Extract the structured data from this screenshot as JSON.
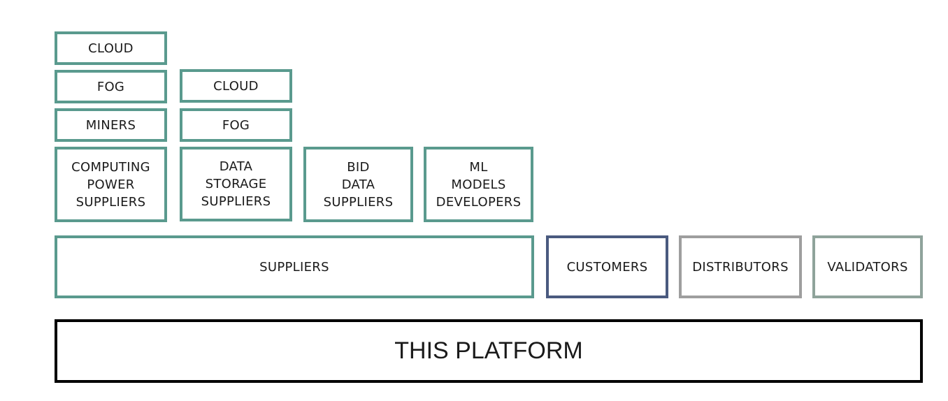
{
  "colors": {
    "suppliers": "#5a9a8e",
    "customers": "#4a5a7f",
    "distributors": "#9e9e9e",
    "validators": "#8fa39b",
    "platform": "#000000"
  },
  "columns": {
    "computing": {
      "cloud": "CLOUD",
      "fog": "FOG",
      "miners": "MINERS",
      "label": "COMPUTING\nPOWER\nSUPPLIERS"
    },
    "storage": {
      "cloud": "CLOUD",
      "fog": "FOG",
      "label": "DATA\nSTORAGE\nSUPPLIERS"
    },
    "bid": {
      "label": "BID\nDATA\nSUPPLIERS"
    },
    "ml": {
      "label": "ML\nMODELS\nDEVELOPERS"
    }
  },
  "roles": {
    "suppliers": "SUPPLIERS",
    "customers": "CUSTOMERS",
    "distributors": "DISTRIBUTORS",
    "validators": "VALIDATORS"
  },
  "platform": "THIS PLATFORM"
}
